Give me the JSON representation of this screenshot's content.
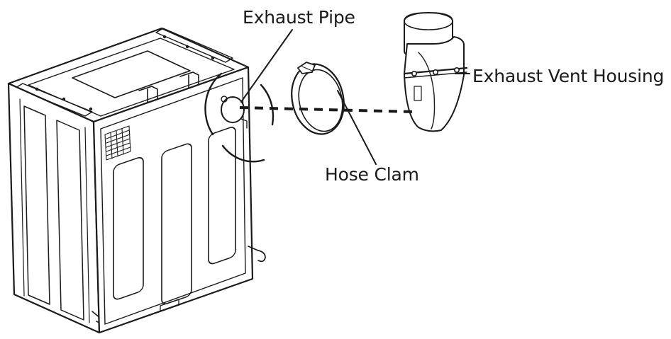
{
  "labels": {
    "exhaust_pipe": "Exhaust Pipe",
    "exhaust_vent_housing": "Exhaust Vent Housing",
    "hose_clamp": "Hose Clam"
  },
  "colors": {
    "line": "#1a1a1a",
    "background": "#ffffff",
    "fill": "#ffffff"
  }
}
